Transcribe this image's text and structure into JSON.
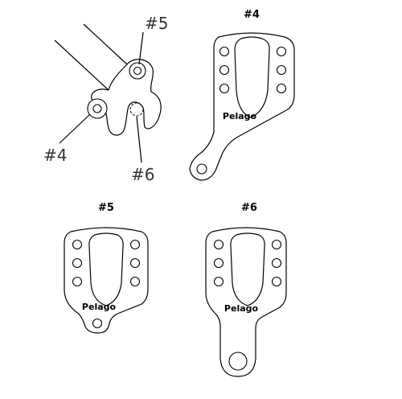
{
  "overview": {
    "labels": {
      "a": "#5",
      "b": "#4",
      "c": "#6"
    }
  },
  "parts": [
    {
      "title": "#4",
      "brand": "Pelago"
    },
    {
      "title": "#5",
      "brand": "Pelago"
    },
    {
      "title": "#6",
      "brand": "Pelago"
    }
  ]
}
